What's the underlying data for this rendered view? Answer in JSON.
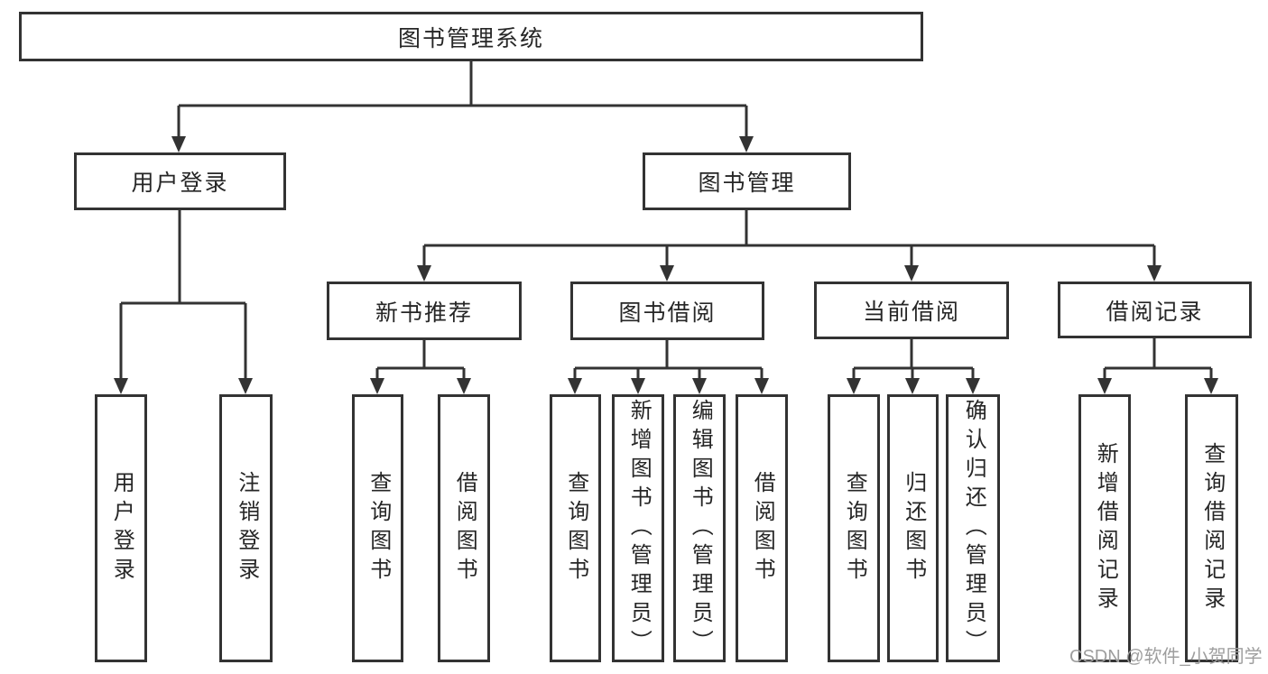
{
  "diagram": {
    "type": "tree",
    "nodes": {
      "root": "图书管理系统",
      "user_login": "用户登录",
      "book_mgmt": "图书管理",
      "new_book": "新书推荐",
      "book_borrow": "图书借阅",
      "current_borrow": "当前借阅",
      "borrow_record": "借阅记录"
    },
    "leaves": {
      "user_login": [
        "用户登录",
        "注销登录"
      ],
      "new_book": [
        "查询图书",
        "借阅图书"
      ],
      "book_borrow": [
        "查询图书",
        "新增图书（管理员）",
        "编辑图书（管理员）",
        "借阅图书"
      ],
      "current_borrow": [
        "查询图书",
        "归还图书",
        "确认归还（管理员）"
      ],
      "borrow_record": [
        "新增借阅记录",
        "查询借阅记录"
      ]
    },
    "watermark": "CSDN @软件_小贺同学",
    "colors": {
      "line": "#333333",
      "text": "#262626",
      "background": "#ffffff",
      "watermark": "#9e9e9e"
    }
  }
}
